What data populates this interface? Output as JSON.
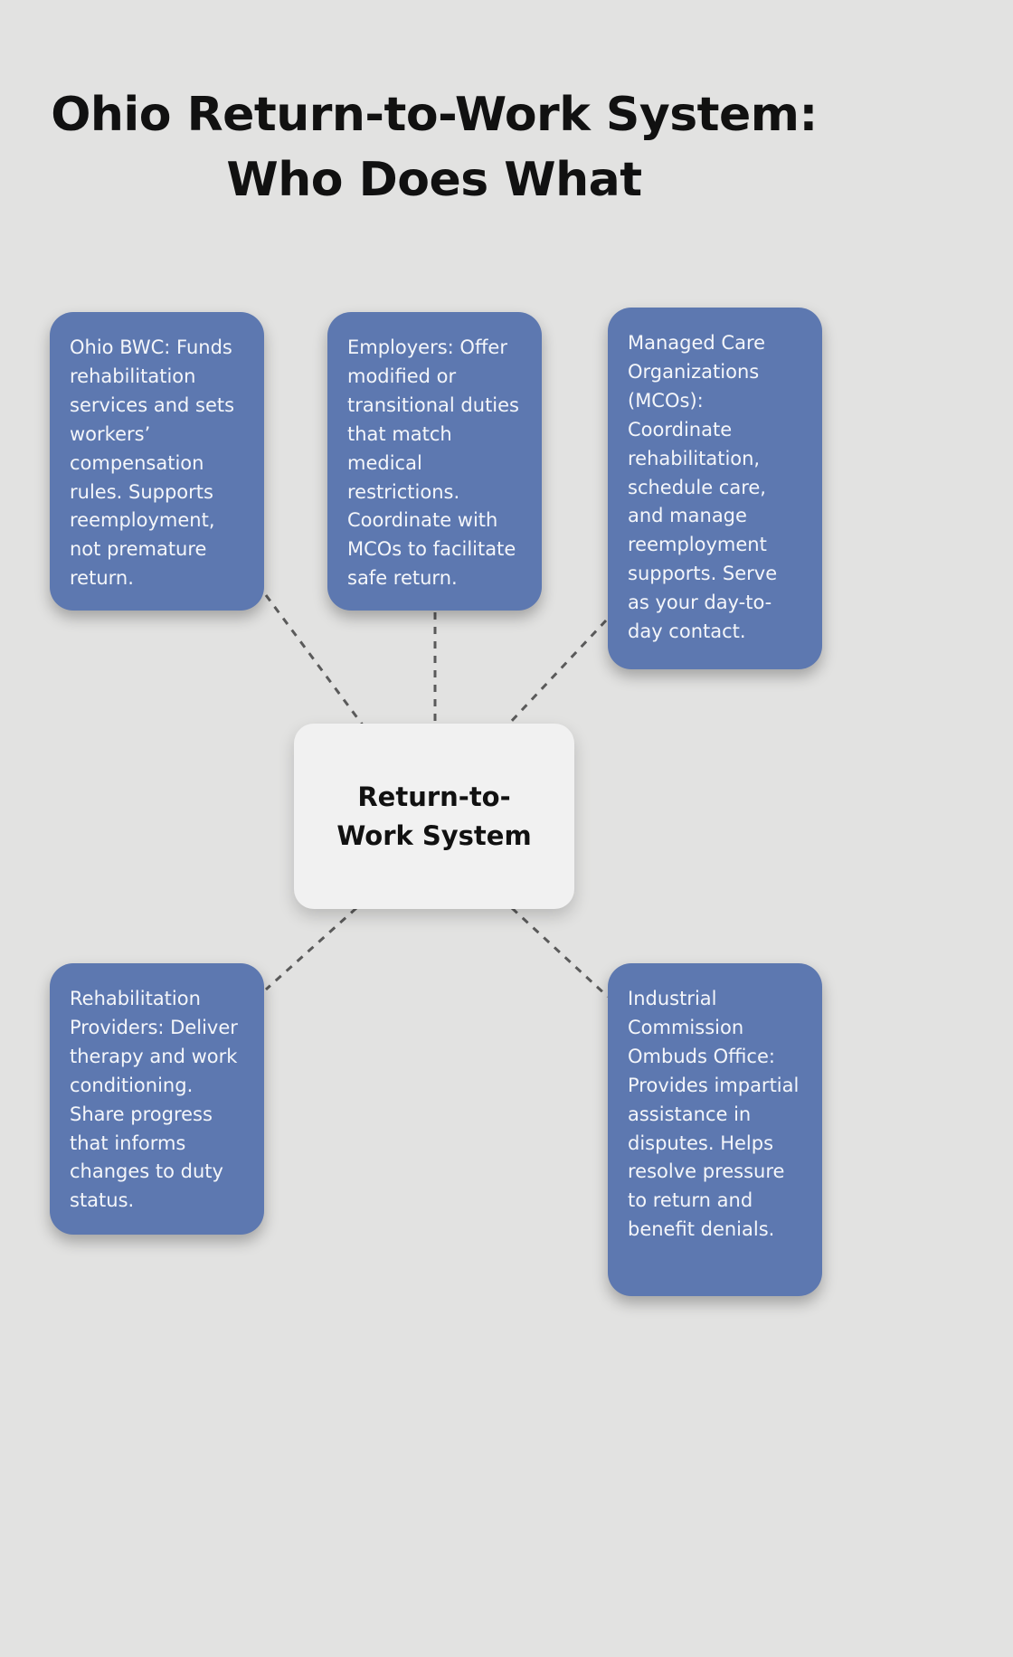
{
  "title": {
    "line1": "Ohio Return-to-Work System:",
    "line2": "Who Does What"
  },
  "center": {
    "label": "Return-to-Work System"
  },
  "nodes": [
    {
      "name": "ohio-bwc",
      "text": "Ohio BWC: Funds rehabilitation services and sets workers’ compensation rules. Supports reemployment, not premature return."
    },
    {
      "name": "employers",
      "text": "Employers: Offer modified or transitional duties that match medical restrictions. Coordinate with MCOs to facilitate safe return."
    },
    {
      "name": "managed-care-organizations",
      "text": "Managed Care Organizations (MCOs): Coordinate rehabilitation, schedule care, and manage reemployment supports. Serve as your day-to-day contact."
    },
    {
      "name": "rehabilitation-providers",
      "text": "Rehabilitation Providers: Deliver therapy and work conditioning. Share progress that informs changes to duty status."
    },
    {
      "name": "industrial-commission-ombuds-office",
      "text": "Industrial Commission Ombuds Office: Provides impartial assistance in disputes. Helps resolve pressure to return and benefit denials."
    }
  ],
  "colors": {
    "background": "#e2e2e1",
    "node_bg": "#5d78b0",
    "node_text": "#f4f6fa",
    "center_bg": "#f1f1f1",
    "center_text": "#111111",
    "line": "#5a5a5a",
    "title_text": "#111111"
  }
}
